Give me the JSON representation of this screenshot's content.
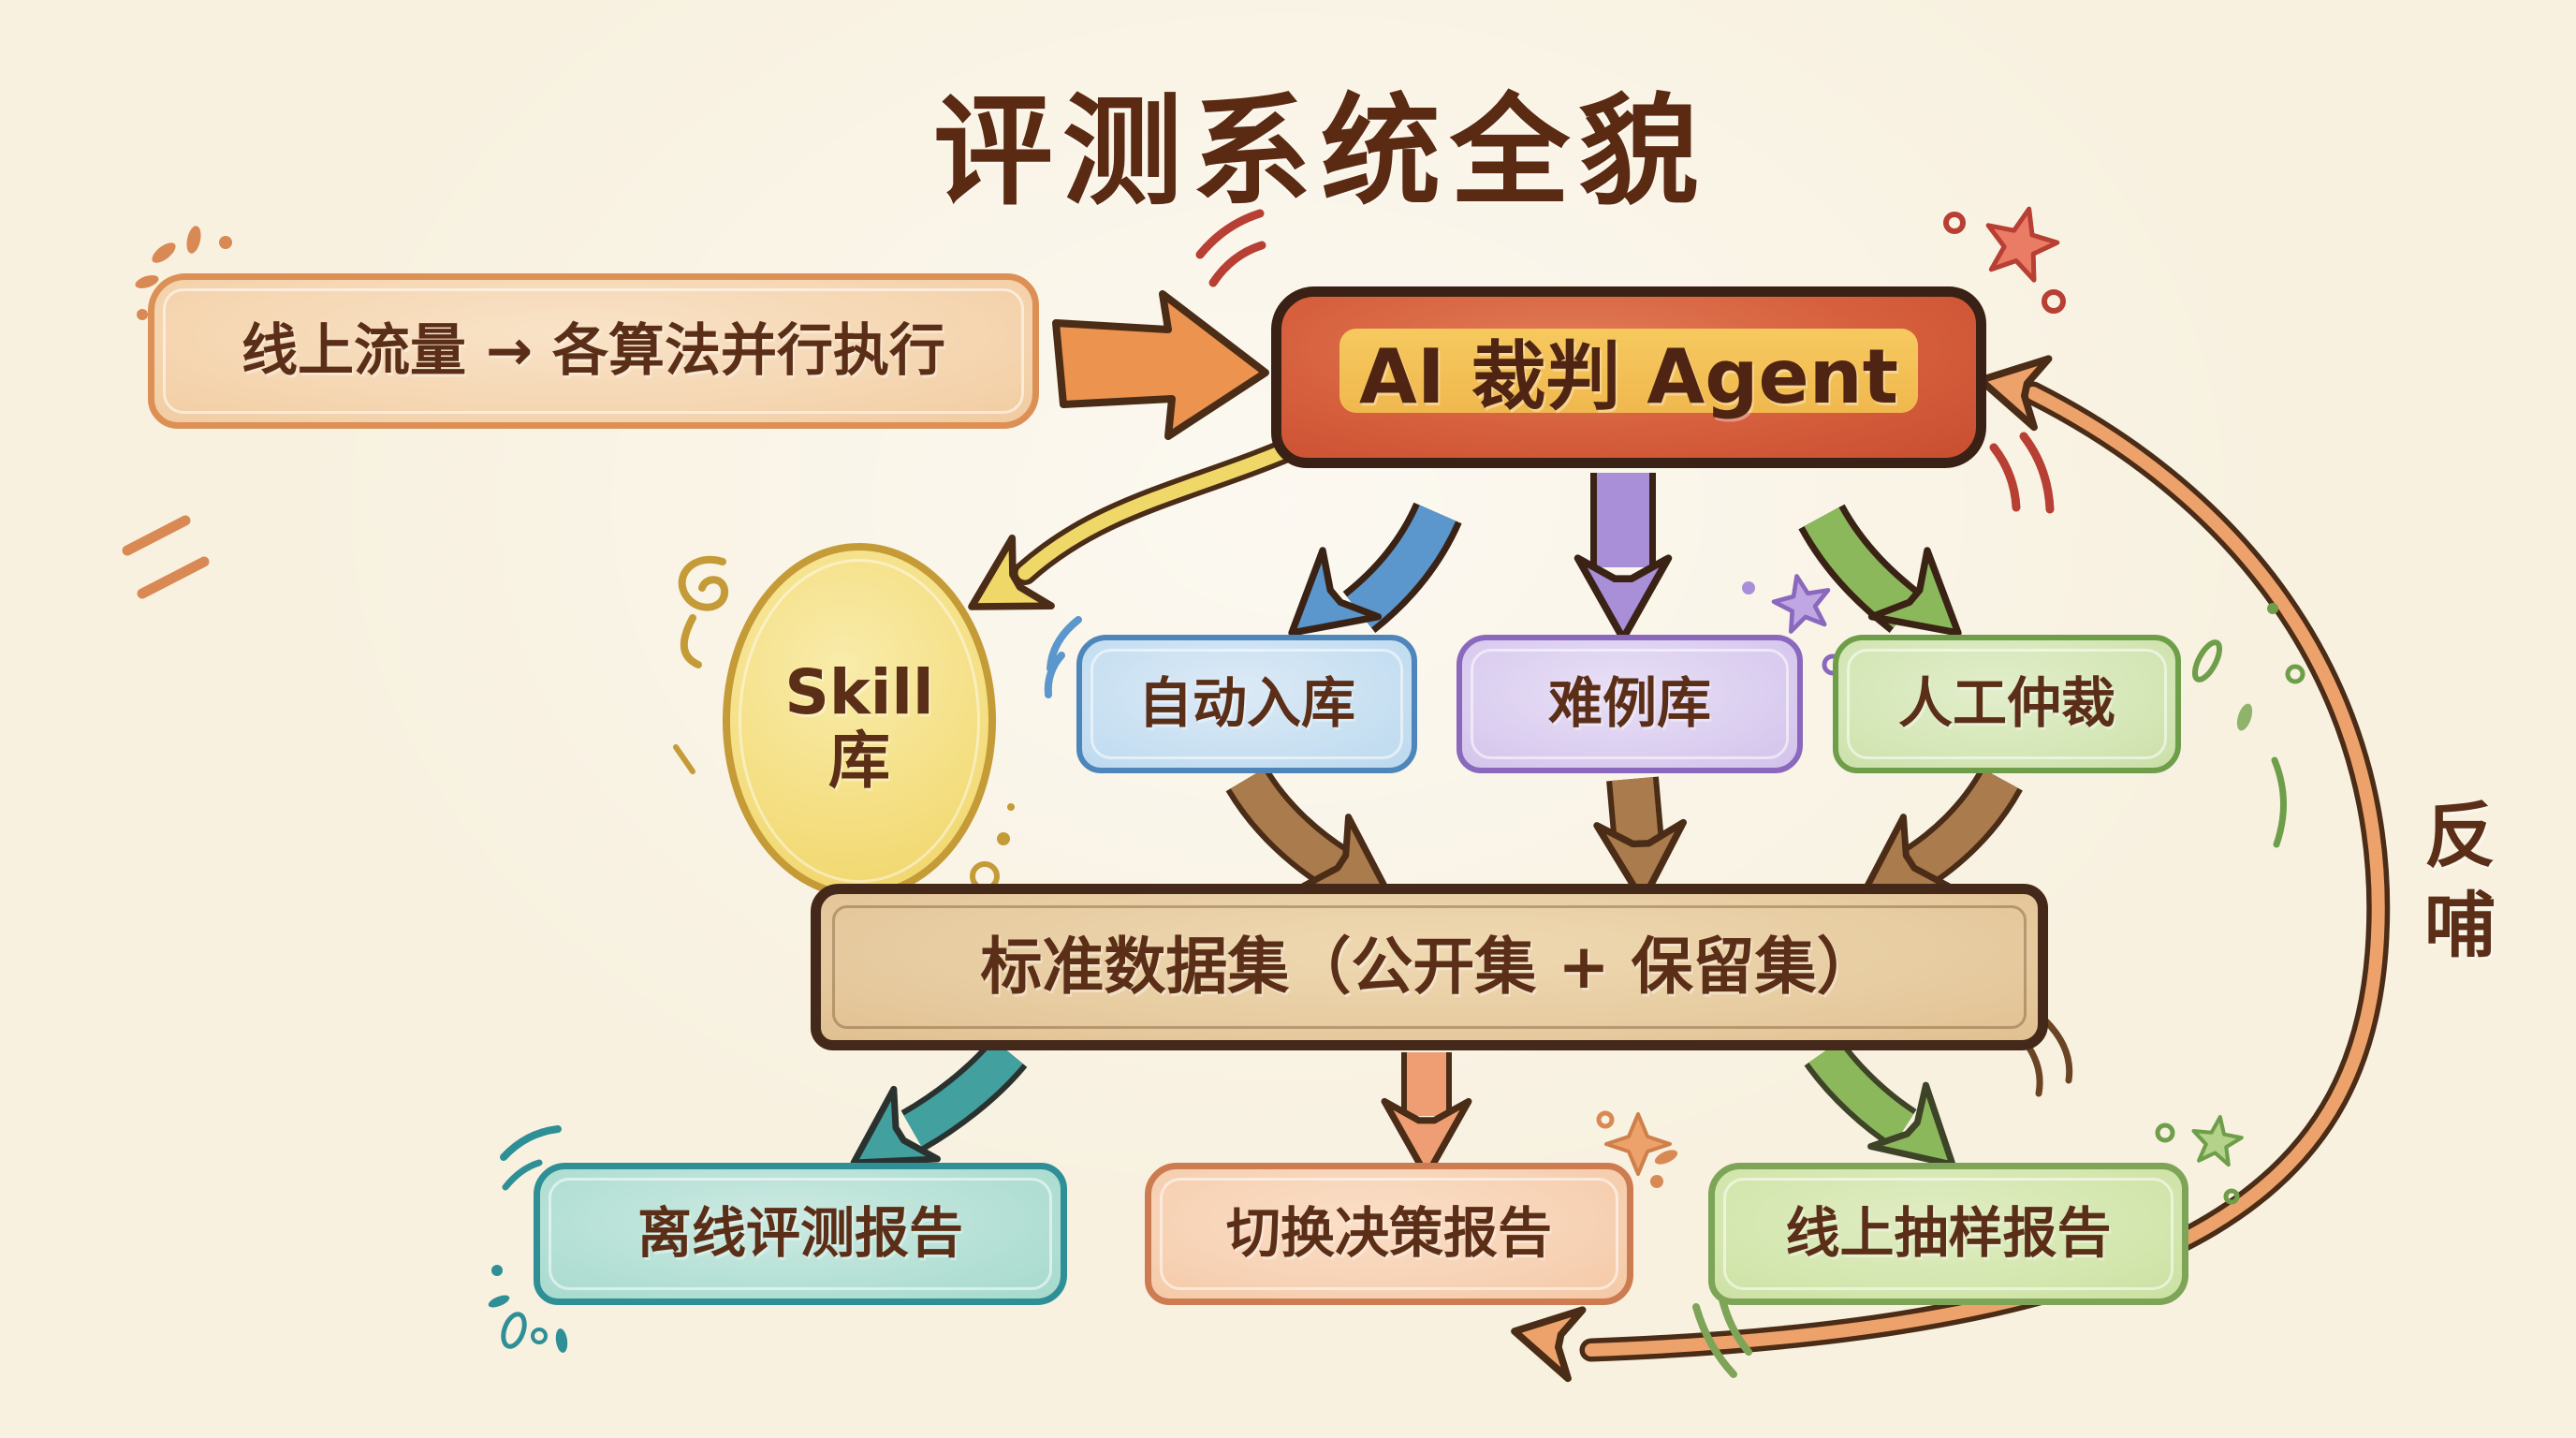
{
  "title": "评测系统全貌",
  "nodes": {
    "traffic": {
      "label": "线上流量 → 各算法并行执行"
    },
    "judge": {
      "label": "AI 裁判 Agent"
    },
    "skill": {
      "line1": "Skill",
      "line2": "库"
    },
    "auto_store": {
      "label": "自动入库"
    },
    "hard_cases": {
      "label": "难例库"
    },
    "manual_arbitration": {
      "label": "人工仲裁"
    },
    "dataset": {
      "label": "标准数据集（公开集 + 保留集）"
    },
    "offline_report": {
      "label": "离线评测报告"
    },
    "switch_report": {
      "label": "切换决策报告"
    },
    "sampling_report": {
      "label": "线上抽样报告"
    }
  },
  "edges": {
    "feedback_label": "反哺",
    "list": [
      {
        "from": "traffic",
        "to": "judge",
        "color": "#ec9350"
      },
      {
        "from": "judge",
        "to": "skill",
        "color": "#efd768"
      },
      {
        "from": "judge",
        "to": "auto_store",
        "color": "#5b96cc"
      },
      {
        "from": "judge",
        "to": "hard_cases",
        "color": "#a98fd8"
      },
      {
        "from": "judge",
        "to": "manual_arbitration",
        "color": "#8cb85c"
      },
      {
        "from": "auto_store",
        "to": "dataset",
        "color": "#aa7b4c"
      },
      {
        "from": "hard_cases",
        "to": "dataset",
        "color": "#aa7b4c"
      },
      {
        "from": "manual_arbitration",
        "to": "dataset",
        "color": "#aa7b4c"
      },
      {
        "from": "dataset",
        "to": "offline_report",
        "color": "#42a09e"
      },
      {
        "from": "dataset",
        "to": "switch_report",
        "color": "#ef9e73"
      },
      {
        "from": "dataset",
        "to": "sampling_report",
        "color": "#8cb85c"
      },
      {
        "from": "reports",
        "to": "judge",
        "color": "#eda26b",
        "label": "反哺"
      }
    ]
  },
  "colors": {
    "background": "#f8f1e0",
    "ink": "#5b2e18",
    "outline_dark": "#44281a",
    "traffic_fill": "#f5d6b1",
    "traffic_border": "#dd9055",
    "judge_fill": "#d65f3d",
    "judge_border": "#3a2115",
    "judge_band": "#f3c05c",
    "skill_fill": "#f4de80",
    "skill_border": "#c49b36",
    "auto_store_fill": "#c8e0f2",
    "auto_store_border": "#4e86bb",
    "hard_cases_fill": "#dbcef0",
    "hard_cases_border": "#8a68bd",
    "manual_fill": "#d5e7b7",
    "manual_border": "#6f9e4a",
    "dataset_fill": "#e7cba0",
    "dataset_border": "#44281a",
    "offline_fill": "#b4e0d5",
    "offline_border": "#2f8f96",
    "switch_fill": "#f7d2b5",
    "switch_border": "#cd7c52",
    "sampling_fill": "#d4e7af",
    "sampling_border": "#7da457",
    "arrow_orange": "#ec9350",
    "arrow_yellow": "#efd768",
    "arrow_blue": "#5b96cc",
    "arrow_purple": "#a98fd8",
    "arrow_green": "#8cb85c",
    "arrow_brown": "#aa7b4c",
    "arrow_teal": "#42a09e",
    "arrow_salmon": "#ef9e73",
    "feedback_orange": "#eda26b",
    "accent_red": "#b73f33"
  },
  "decorations": [
    "sparkle-burst-icon",
    "speed-lines-icon",
    "red-star-icon",
    "purple-star-icon",
    "green-star-icon",
    "sparkle-diamond-icon",
    "spiral-icon",
    "bubbles-icon"
  ]
}
